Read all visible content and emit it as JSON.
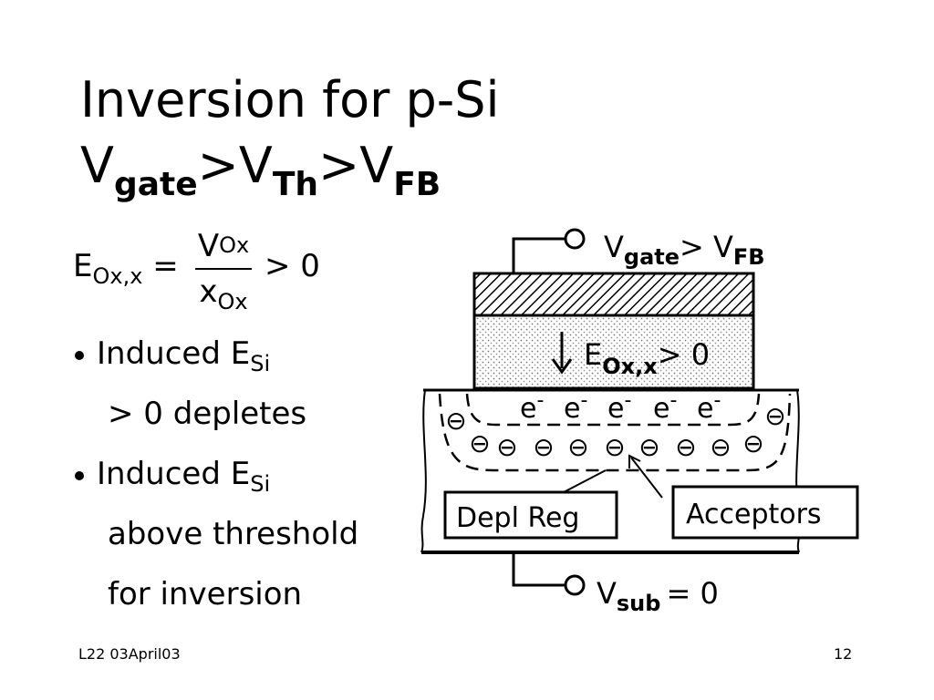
{
  "title": {
    "line1": "Inversion for p-Si",
    "line2_v1": "V",
    "line2_sub1": "gate",
    "line2_gt1": ">V",
    "line2_sub2": "Th",
    "line2_gt2": ">V",
    "line2_sub3": "FB"
  },
  "equation": {
    "lhs_main": "E",
    "lhs_sub": "Ox,x",
    "eq": "=",
    "num_main": "V",
    "num_sub": "Ox",
    "den_main": "x",
    "den_sub": "Ox",
    "rhs": "> 0"
  },
  "bullets": [
    {
      "line1_main": "Induced E",
      "line1_sub": "Si",
      "line2": "> 0  depletes"
    },
    {
      "line1_main": "Induced E",
      "line1_sub": "Si",
      "line2": "above threshold",
      "line3": "for  inversion"
    }
  ],
  "diagram": {
    "gate_label_v": "V",
    "gate_label_sub": "gate",
    "gate_label_gt": "> V",
    "gate_label_sub2": "FB",
    "field_label_main": "E",
    "field_label_sub": "Ox,x",
    "field_label_rhs": "> 0",
    "electron": "e",
    "electron_sup": "-",
    "acceptor_glyph": "⊖",
    "depl_reg": "Depl Reg",
    "acceptors": "Acceptors",
    "sub_label_v": "V",
    "sub_label_sub": "sub",
    "sub_label_rhs": "= 0"
  },
  "footer": {
    "left": "L22 03April03",
    "right": "12"
  }
}
